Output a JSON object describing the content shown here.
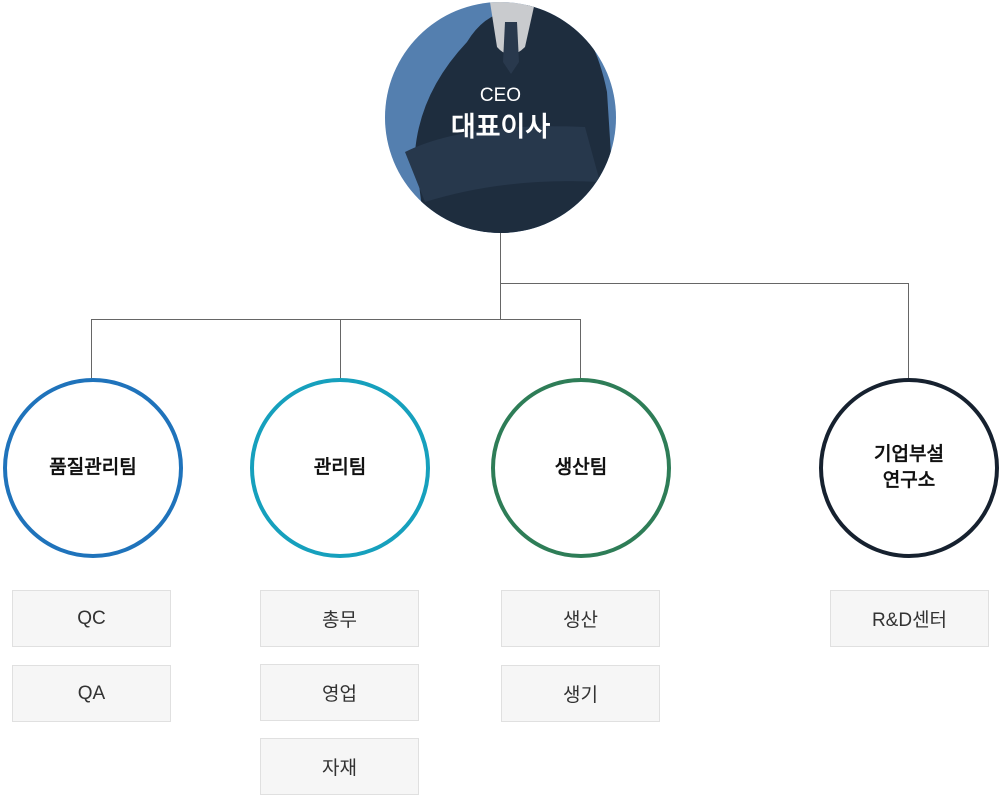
{
  "ceo": {
    "subtitle": "CEO",
    "title": "대표이사"
  },
  "teams": [
    {
      "label": "품질관리팀",
      "color": "#1f73bb",
      "subs": [
        "QC",
        "QA"
      ]
    },
    {
      "label": "관리팀",
      "color": "#16a0bd",
      "subs": [
        "총무",
        "영업",
        "자재"
      ]
    },
    {
      "label": "생산팀",
      "color": "#2e7d57",
      "subs": [
        "생산",
        "생기"
      ]
    },
    {
      "label": "기업부설\n연구소",
      "color": "#16212f",
      "subs": [
        "R&D센터"
      ]
    }
  ],
  "colors": {
    "line": "#666666",
    "ceo_bg": "#5f8fc4",
    "suit": "#1f2e3f"
  }
}
